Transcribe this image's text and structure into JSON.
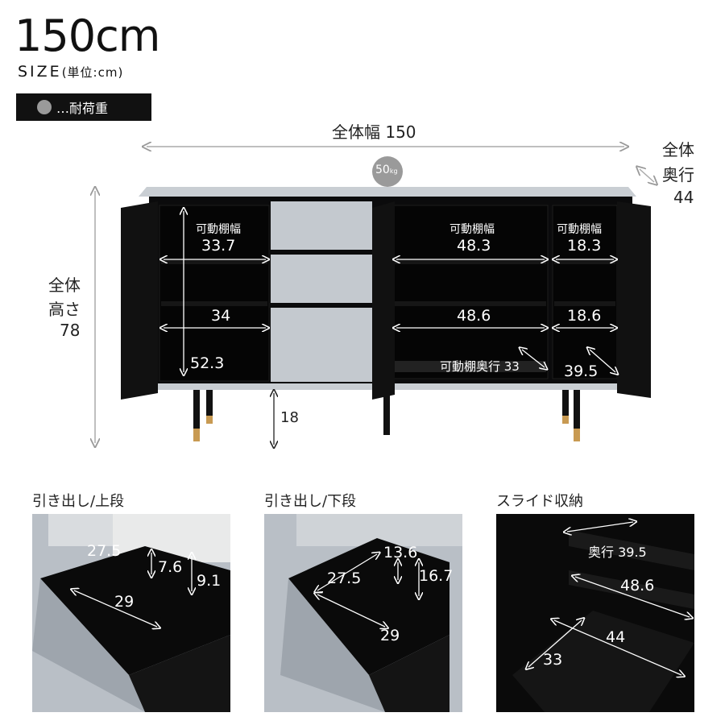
{
  "header": {
    "title": "150cm",
    "size_label": "SIZE",
    "size_unit": "(単位:cm)",
    "legend_text": "…耐荷重"
  },
  "overall": {
    "width_label": "全体幅 150",
    "depth_label_1": "全体",
    "depth_label_2": "奥行",
    "depth_value": "44",
    "height_label_1": "全体",
    "height_label_2": "高さ",
    "height_value": "78",
    "load_badge": "50",
    "load_unit": "kg",
    "leg_height": "18"
  },
  "cabinet_left": {
    "shelf_label": "可動棚幅",
    "shelf_width": "33.7",
    "inner_width": "34",
    "inner_height": "52.3"
  },
  "cabinet_center": {
    "shelf_label": "可動棚幅",
    "shelf_width": "48.3",
    "inner_width": "48.6",
    "shelf_depth": "可動棚奥行 33"
  },
  "cabinet_right": {
    "shelf_label": "可動棚幅",
    "shelf_width": "18.3",
    "inner_width": "18.6",
    "inner_depth": "39.5"
  },
  "panels": [
    {
      "title": "引き出し/上段",
      "a": "27.5",
      "b": "7.6",
      "c": "9.1",
      "d": "29"
    },
    {
      "title": "引き出し/下段",
      "a": "13.6",
      "b": "27.5",
      "c": "16.7",
      "d": "29"
    },
    {
      "title": "スライド収納",
      "a": "奥行 39.5",
      "b": "48.6",
      "c": "44",
      "d": "33"
    }
  ],
  "colors": {
    "cabinet_body": "#0b0b0c",
    "cabinet_top": "#c9ced3",
    "drawer_face": "#c4c9cf",
    "leg_gold": "#c89a52",
    "dim_line": "#ffffff",
    "outer_dim": "#999999"
  }
}
